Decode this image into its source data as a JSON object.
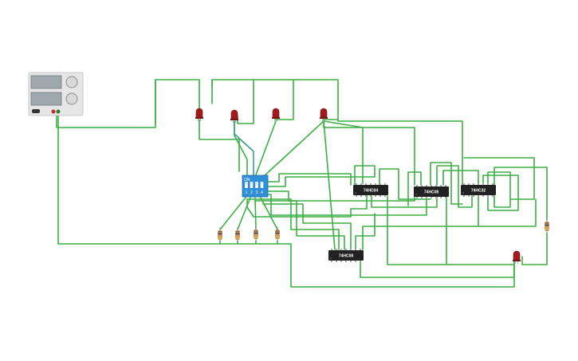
{
  "colors": {
    "background": "#ffffff",
    "wire": "#3cb043",
    "wire_teal": "#3a9c8c",
    "chip": "#222222",
    "led": "#a01c1c",
    "dip": "#2f8fd8",
    "psu_body": "#e6e6e6",
    "psu_screen": "#9fa8ad"
  },
  "power_supply": {
    "label": ""
  },
  "dip_switch": {
    "on_label": "ON",
    "numbers": [
      "1",
      "2",
      "3",
      "4"
    ]
  },
  "chips": [
    {
      "id": "u1",
      "label": "74HC04"
    },
    {
      "id": "u2",
      "label": "74HC08"
    },
    {
      "id": "u3",
      "label": "74HC32"
    },
    {
      "id": "u4",
      "label": "74HC08"
    }
  ],
  "leds": [
    {
      "id": "led1",
      "icon": "red-led-icon"
    },
    {
      "id": "led2",
      "icon": "red-led-icon"
    },
    {
      "id": "led3",
      "icon": "red-led-icon"
    },
    {
      "id": "led4",
      "icon": "red-led-icon"
    },
    {
      "id": "led5",
      "icon": "red-led-icon"
    }
  ],
  "resistors": [
    {
      "id": "r1",
      "icon": "resistor-icon"
    },
    {
      "id": "r2",
      "icon": "resistor-icon"
    },
    {
      "id": "r3",
      "icon": "resistor-icon"
    },
    {
      "id": "r4",
      "icon": "resistor-icon"
    },
    {
      "id": "r5",
      "icon": "resistor-icon"
    }
  ]
}
